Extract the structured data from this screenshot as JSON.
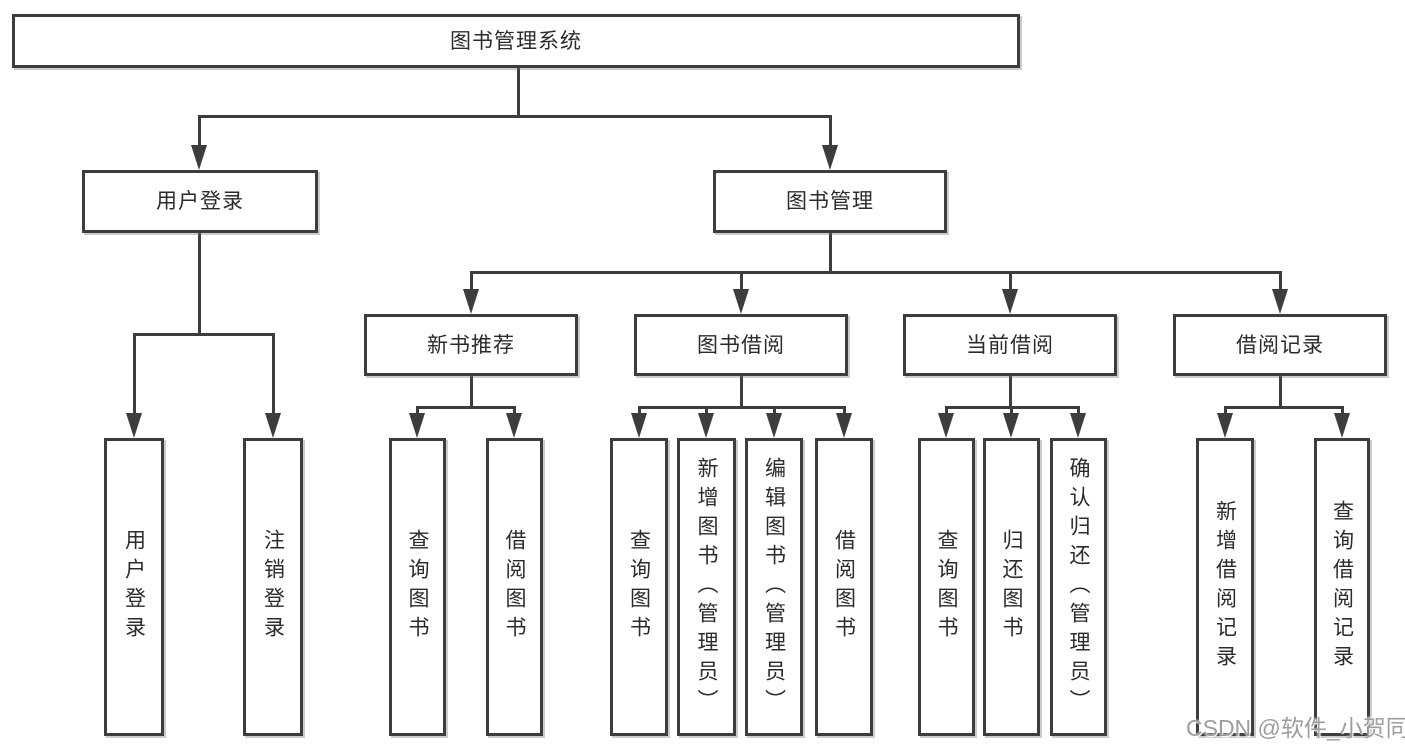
{
  "diagram": {
    "root": {
      "label": "图书管理系统"
    },
    "level2": {
      "user_login": {
        "label": "用户登录"
      },
      "book_management": {
        "label": "图书管理"
      }
    },
    "level3": {
      "new_book_recommend": {
        "label": "新书推荐"
      },
      "book_borrow": {
        "label": "图书借阅"
      },
      "current_borrow": {
        "label": "当前借阅"
      },
      "borrow_records": {
        "label": "借阅记录"
      }
    },
    "leaves": {
      "user_login": {
        "label": "用户登录"
      },
      "logout_login": {
        "label": "注销登录"
      },
      "recommend_query_books": {
        "label": "查询图书"
      },
      "recommend_borrow_books": {
        "label": "借阅图书"
      },
      "borrow_query_books": {
        "label": "查询图书"
      },
      "borrow_add_books_admin": {
        "label": "新增图书（管理员）"
      },
      "borrow_edit_books_admin": {
        "label": "编辑图书（管理员）"
      },
      "borrow_borrow_books": {
        "label": "借阅图书"
      },
      "current_query_books": {
        "label": "查询图书"
      },
      "current_return_books": {
        "label": "归还图书"
      },
      "current_confirm_return_admin": {
        "label": "确认归还（管理员）"
      },
      "records_add_record": {
        "label": "新增借阅记录"
      },
      "records_query_record": {
        "label": "查询借阅记录"
      }
    },
    "watermark": {
      "text": "CSDN @软件_小贺同学"
    },
    "colors": {
      "line": "#3d3d3d",
      "watermark": "#9e9e9e",
      "background": "#ffffff"
    }
  }
}
